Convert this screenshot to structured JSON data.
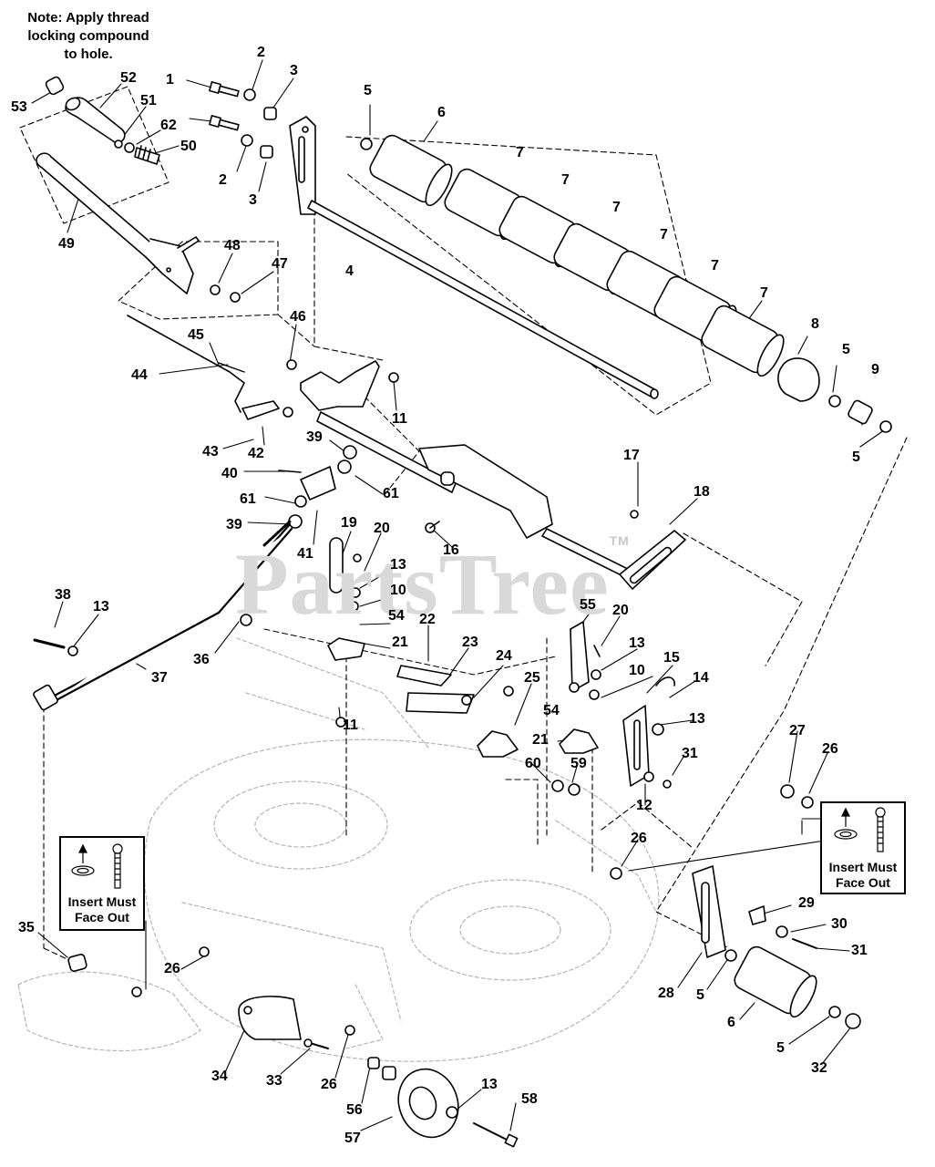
{
  "note": {
    "line1": "Note: Apply thread",
    "line2": "locking compound",
    "line3": "to hole."
  },
  "watermark": {
    "text": "PartsTree",
    "tm": "TM"
  },
  "insert_labels": {
    "left": {
      "line1": "Insert Must",
      "line2": "Face Out"
    },
    "right": {
      "line1": "Insert Must",
      "line2": "Face Out"
    }
  },
  "callouts": [
    "1",
    "2",
    "3",
    "2",
    "3",
    "4",
    "5",
    "6",
    "7",
    "7",
    "7",
    "7",
    "7",
    "7",
    "8",
    "5",
    "9",
    "5",
    "53",
    "52",
    "51",
    "62",
    "50",
    "49",
    "48",
    "47",
    "46",
    "11",
    "45",
    "44",
    "43",
    "42",
    "40",
    "39",
    "61",
    "61",
    "39",
    "41",
    "19",
    "20",
    "13",
    "10",
    "54",
    "21",
    "16",
    "17",
    "18",
    "38",
    "13",
    "36",
    "37",
    "22",
    "23",
    "24",
    "11",
    "25",
    "55",
    "20",
    "13",
    "10",
    "15",
    "14",
    "13",
    "54",
    "21",
    "31",
    "12",
    "60",
    "59",
    "26",
    "27",
    "26",
    "35",
    "26",
    "34",
    "33",
    "26",
    "56",
    "13",
    "58",
    "57",
    "29",
    "30",
    "31",
    "28",
    "5",
    "6",
    "5",
    "32"
  ]
}
